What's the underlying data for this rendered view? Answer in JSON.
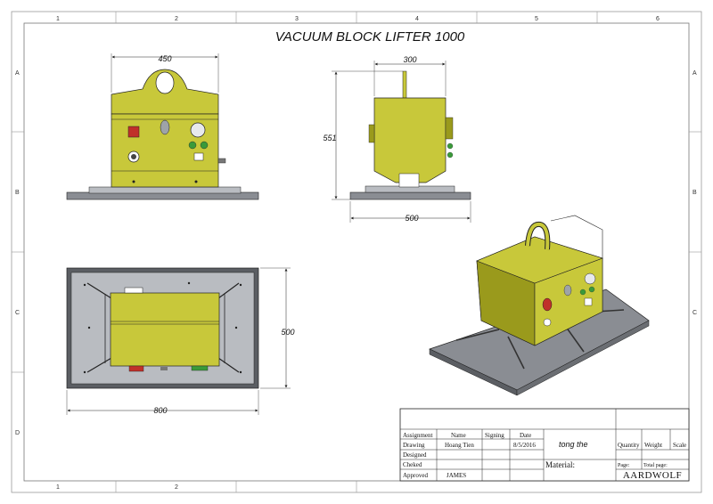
{
  "title": "VACUUM BLOCK LIFTER 1000",
  "colors": {
    "body": "#c8c83a",
    "body_dark": "#9a9a1c",
    "plate": "#8a8d93",
    "plate_light": "#b9bcc1",
    "red": "#c0302a",
    "green": "#3a9a3a",
    "line": "#222222"
  },
  "border": {
    "columns_top": [
      "1",
      "2",
      "3",
      "4",
      "5",
      "6"
    ],
    "columns_bottom": [
      "1",
      "2"
    ],
    "rows": [
      "A",
      "B",
      "C",
      "D"
    ]
  },
  "dimensions": {
    "front_width": "450",
    "side_depth": "300",
    "side_height": "551",
    "side_base": "500",
    "top_width": "800",
    "top_height": "500"
  },
  "title_block": {
    "headers": {
      "assignment": "Assignment",
      "name": "Name",
      "signing": "Signing",
      "date": "Date"
    },
    "rows": [
      {
        "label": "Drawing",
        "name": "Hoang Tien",
        "date": "8/5/2016"
      },
      {
        "label": "Designed",
        "name": "",
        "date": ""
      },
      {
        "label": "Cheked",
        "name": "",
        "date": ""
      },
      {
        "label": "Approved",
        "name": "JAMES",
        "date": ""
      }
    ],
    "part_name": "tong the",
    "material_label": "Material:",
    "quantity": "Quantity",
    "weight": "Weight",
    "scale": "Scale",
    "page": "Page:",
    "total_page": "Total page:",
    "company": "AARDWOLF"
  }
}
